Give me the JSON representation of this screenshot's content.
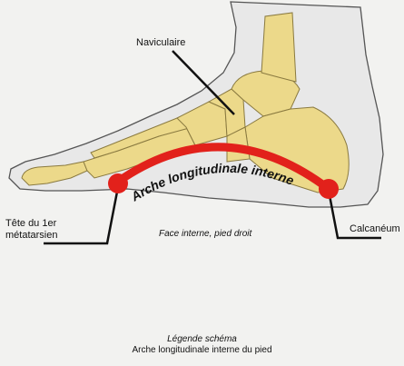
{
  "labels": {
    "naviculaire": "Naviculaire",
    "tete_line1": "Tête du 1er",
    "tete_line2": "métatarsien",
    "calcaneum": "Calcanéum",
    "face": "Face interne, pied droit",
    "arch_text": "Arche longitudinale interne"
  },
  "caption": {
    "title": "Légende schéma",
    "subtitle": "Arche longitudinale interne du pied"
  },
  "colors": {
    "bone": "#ecd98a",
    "bone_stroke": "#8a7a40",
    "skin_fill": "#e8e8e8",
    "skin_stroke": "#555555",
    "arch": "#e2211b",
    "background": "#f2f2f0"
  }
}
